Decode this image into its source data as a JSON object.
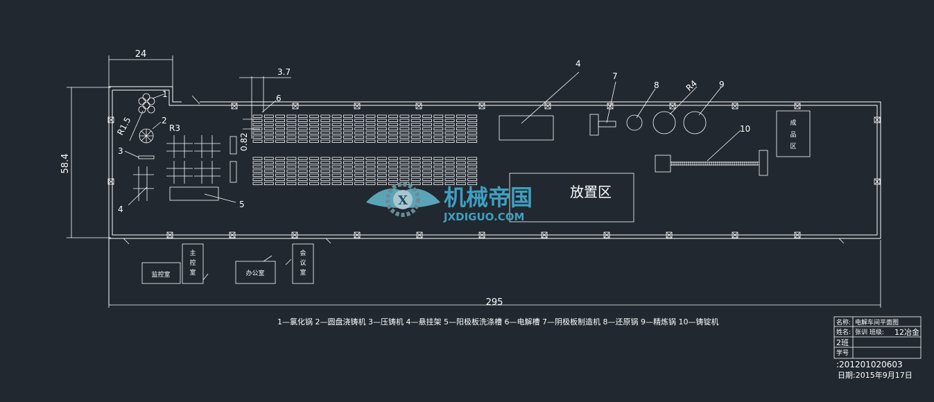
{
  "dimensions": {
    "width": "24",
    "height": "58.4",
    "length": "295",
    "gap": "3.7",
    "spacing": "0.82"
  },
  "radii": {
    "r15": "R1.5",
    "r3": "R3",
    "r4": "R4"
  },
  "labels": {
    "n1": "1",
    "n2": "2",
    "n3": "3",
    "n4a": "4",
    "n4b": "4",
    "n5": "5",
    "n6": "6",
    "n7": "7",
    "n8": "8",
    "n9": "9",
    "n10": "10"
  },
  "areas": {
    "finished_v": "成\n品\n区",
    "placement": "放置区",
    "monitor": "监控室",
    "main_control": "主\n控\n室",
    "office": "办公室",
    "meeting": "会\n议\n室"
  },
  "legend": "1—氯化锅 2—圆盘浇铸机 3—压铸机 4—悬挂架 5—阳极板洗涤槽 6—电解槽 7—阴极板制造机 8—还原锅 9—精炼锅 10—铸锭机",
  "watermark": {
    "cn": "机械帝国",
    "en": "JXDIGUO.COM"
  },
  "title_block": {
    "row1_label": "名称:",
    "row1_value": "电解车间平面图",
    "row2_label": "姓名:",
    "row2_value": "张训 班级:",
    "row2_class": "12冶金",
    "row3_label": "2班",
    "row4_label": "学号",
    "student_no": ":201201020603",
    "date": "日期:2015年9月17日"
  }
}
